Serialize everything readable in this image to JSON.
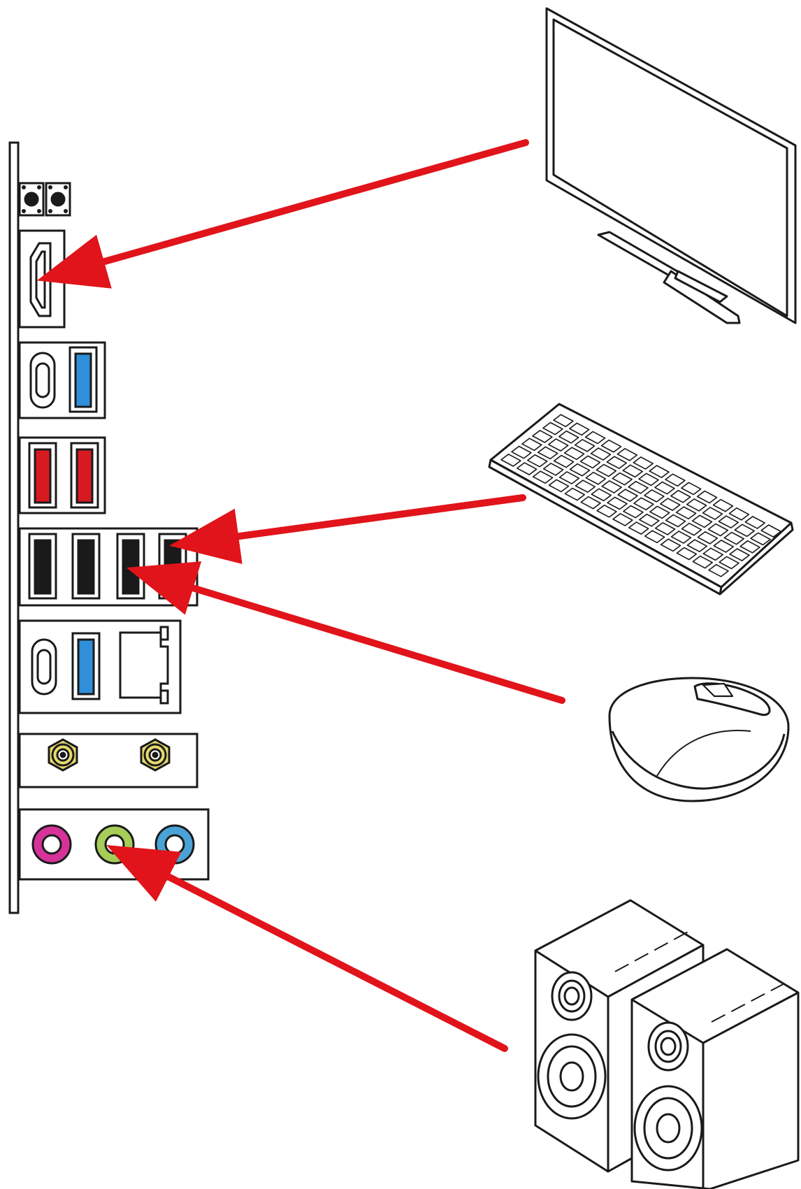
{
  "colors": {
    "outline": "#1a1a1a",
    "background": "#ffffff",
    "arrow": "#e0141a",
    "usb_blue": "#2f8fd8",
    "usb_red": "#d71920",
    "usb_black": "#1a1a1a",
    "antenna_gold": "#e6db6a",
    "audio_pink": "#d6339a",
    "audio_green": "#a6cd57",
    "audio_blue": "#4aa3d6"
  },
  "io_panel": {
    "ports": [
      {
        "kind": "clear-cmos-button"
      },
      {
        "kind": "hdmi-port"
      },
      {
        "kind": "usb-c-port"
      },
      {
        "kind": "usb-a-port",
        "color": "usb_blue"
      },
      {
        "kind": "usb-a-port",
        "color": "usb_red"
      },
      {
        "kind": "usb-a-port",
        "color": "usb_red"
      },
      {
        "kind": "usb-a-port",
        "color": "usb_black",
        "count": 4
      },
      {
        "kind": "usb-c-port"
      },
      {
        "kind": "usb-a-port",
        "color": "usb_blue"
      },
      {
        "kind": "ethernet-port"
      },
      {
        "kind": "wifi-antenna-connector",
        "count": 2
      },
      {
        "kind": "audio-jack",
        "color": "audio_pink"
      },
      {
        "kind": "audio-jack",
        "color": "audio_green"
      },
      {
        "kind": "audio-jack",
        "color": "audio_blue"
      }
    ]
  },
  "devices": [
    {
      "kind": "monitor-icon",
      "connects_to": "hdmi-port"
    },
    {
      "kind": "keyboard-icon",
      "connects_to": "usb-a-port-black-4"
    },
    {
      "kind": "mouse-icon",
      "connects_to": "usb-a-port-black-3"
    },
    {
      "kind": "speakers-icon",
      "connects_to": "audio-jack-green"
    }
  ]
}
